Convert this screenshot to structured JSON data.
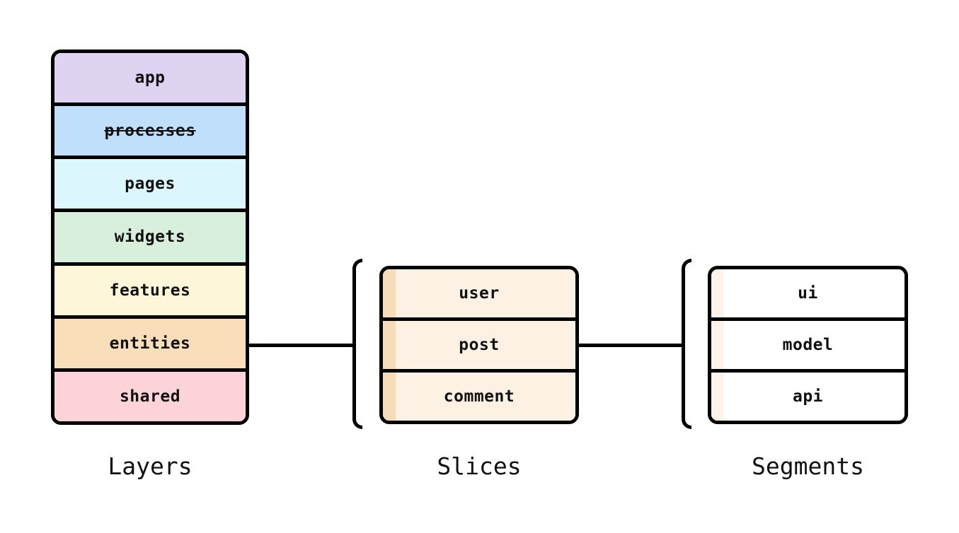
{
  "canvas": {
    "background": "#ffffff"
  },
  "line_color": "#000000",
  "stacks": {
    "layers": {
      "caption": "Layers",
      "items": [
        {
          "label": "app",
          "color": "#ded4f2"
        },
        {
          "label": "processes",
          "color": "#bfdffb",
          "strike": "line-through"
        },
        {
          "label": "pages",
          "color": "#dcf6fd"
        },
        {
          "label": "widgets",
          "color": "#d8efdc"
        },
        {
          "label": "features",
          "color": "#fdf6d8"
        },
        {
          "label": "entities",
          "color": "#f9deba"
        },
        {
          "label": "shared",
          "color": "#fbd3d9"
        }
      ]
    },
    "slices": {
      "caption": "Slices",
      "strip_color": "#f8dcb7",
      "body_color": "#fdf1e3",
      "items": [
        {
          "label": "user"
        },
        {
          "label": "post"
        },
        {
          "label": "comment"
        }
      ]
    },
    "segments": {
      "caption": "Segments",
      "strip_color": "#fdf3e8",
      "body_color": "#ffffff",
      "items": [
        {
          "label": "ui"
        },
        {
          "label": "model"
        },
        {
          "label": "api"
        }
      ]
    }
  }
}
